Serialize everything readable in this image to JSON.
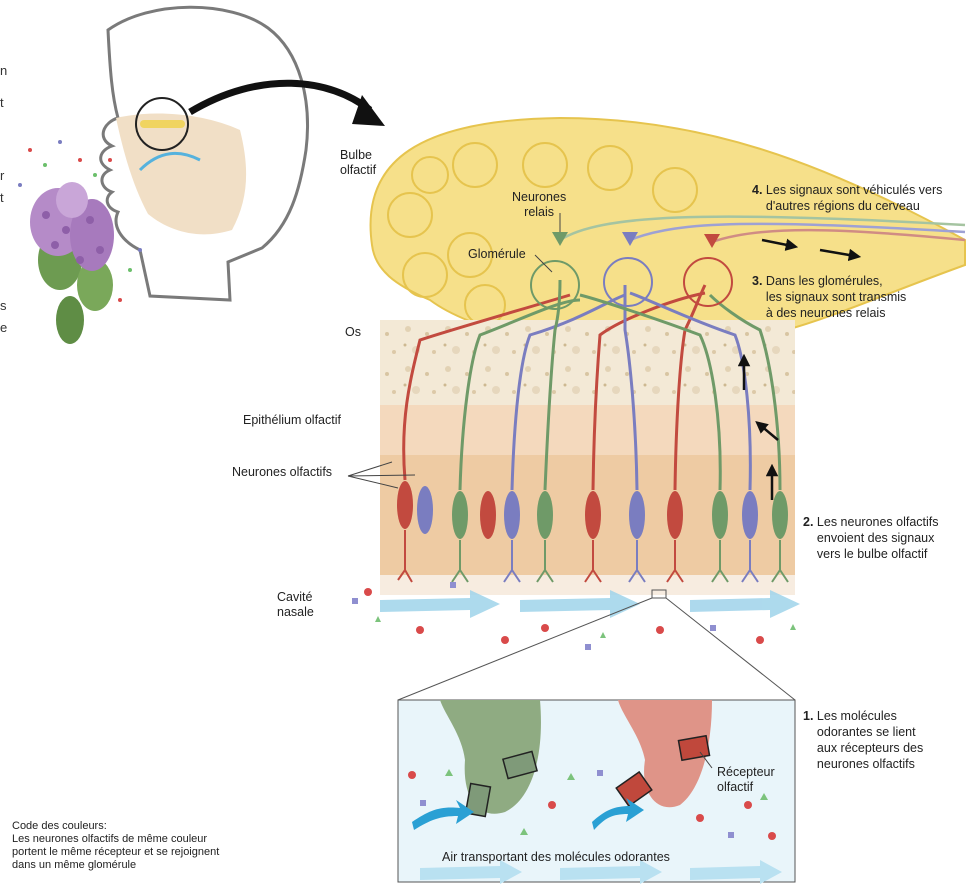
{
  "labels": {
    "bulbe": "Bulbe\nolfactif",
    "neurones_relais": "Neurones\nrelais",
    "glomerule": "Glomérule",
    "os": "Os",
    "epithelium": "Epithélium olfactif",
    "neurones_olfactifs": "Neurones olfactifs",
    "cavite": "Cavité\nnasale",
    "recepteur": "Récepteur\nolfactif",
    "air": "Air transportant des molécules odorantes"
  },
  "steps": [
    {
      "num": "1.",
      "text": "Les molécules\nodorantes se lient\naux récepteurs des\nneurones olfactifs"
    },
    {
      "num": "2.",
      "text": "Les neurones olfactifs\nenvoient des signaux\nvers le bulbe olfactif"
    },
    {
      "num": "3.",
      "text": "Dans les glomérules,\nles signaux sont transmis\nà des neurones relais"
    },
    {
      "num": "4.",
      "text": "Les signaux sont véhiculés vers\nd'autres régions du cerveau"
    }
  ],
  "color_code": {
    "title": "Code des couleurs:",
    "text": "Les neurones olfactifs de même couleur\nportent le même récepteur et se rejoignent\ndans un même glomérule"
  },
  "edge_fragments": [
    "n",
    "t",
    "r",
    "t",
    "s",
    "e"
  ],
  "colors": {
    "bulb": "#f6e08a",
    "bulb_stroke": "#e6c44e",
    "bone": "#f3e9d6",
    "epithelium": "#f2cfa8",
    "red_neuron": "#c24a3f",
    "green_neuron": "#6f9a68",
    "blue_neuron": "#7a7dc0",
    "air_arrow": "#9fd3ea",
    "inset_bg": "#e9f5fa"
  }
}
